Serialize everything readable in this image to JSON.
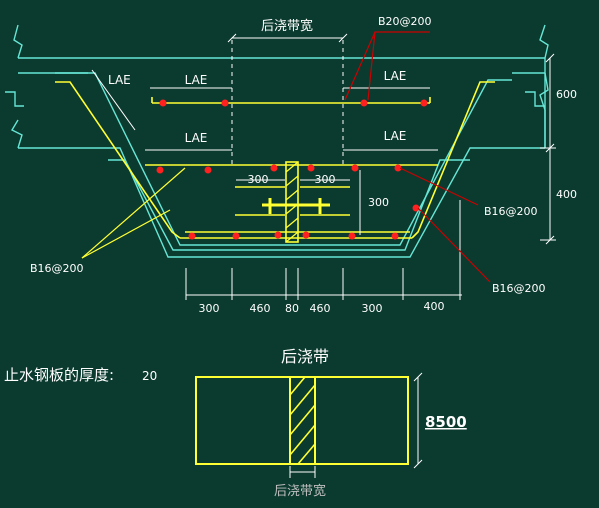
{
  "labels": {
    "top_width": "后浇带宽",
    "bottom_width": "后浇带宽",
    "b20": "B20@200",
    "lae_slant": "LAE",
    "lae_top_left": "LAE",
    "lae_top_right": "LAE",
    "lae_mid_left": "LAE",
    "lae_mid_right": "LAE",
    "b16_left": "B16@200",
    "b16_right_a": "B16@200",
    "b16_right_b": "B16@200",
    "dim_600": "600",
    "dim_400_right": "400",
    "dim_300_left_stub": "300",
    "dim_300_right_stub": "300",
    "dim_300_vertical": "300",
    "bottom_dims": [
      "300",
      "460",
      "80",
      "460",
      "300",
      "400"
    ],
    "plan_title": "后浇带",
    "plan_dim": "8500",
    "thickness_label": "止水钢板的厚度:",
    "thickness_value": "20"
  },
  "colors": {
    "background": "#0b3a2e",
    "concrete_line": "#66e6d6",
    "rebar": "#ffff33",
    "dimension": "#ffffff",
    "bar_dot": "#ff2020",
    "leader_red": "#cc0000"
  }
}
